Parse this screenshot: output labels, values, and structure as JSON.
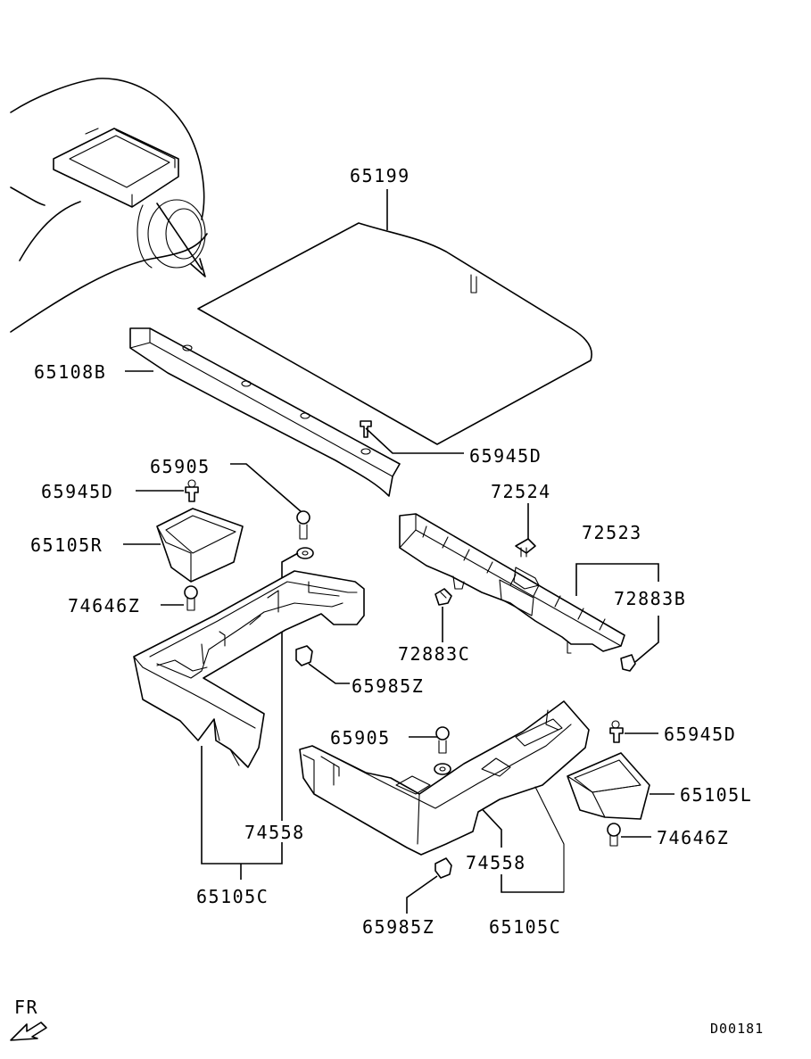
{
  "diagram": {
    "labels": {
      "p65199": "65199",
      "p65108B": "65108B",
      "p65945D_top": "65945D",
      "p65905_left": "65905",
      "p65945D_left": "65945D",
      "p72524": "72524",
      "p72523": "72523",
      "p65105R": "65105R",
      "p72883B": "72883B",
      "p74646Z_left": "74646Z",
      "p72883C": "72883C",
      "p65985Z_left": "65985Z",
      "p65905_right": "65905",
      "p65945D_right": "65945D",
      "p65105L": "65105L",
      "p74558_left": "74558",
      "p74646Z_right": "74646Z",
      "p74558_right": "74558",
      "p65105C_left": "65105C",
      "p65985Z_right": "65985Z",
      "p65105C_right": "65105C"
    },
    "front_indicator": "FR",
    "drawing_code": "D00181"
  }
}
